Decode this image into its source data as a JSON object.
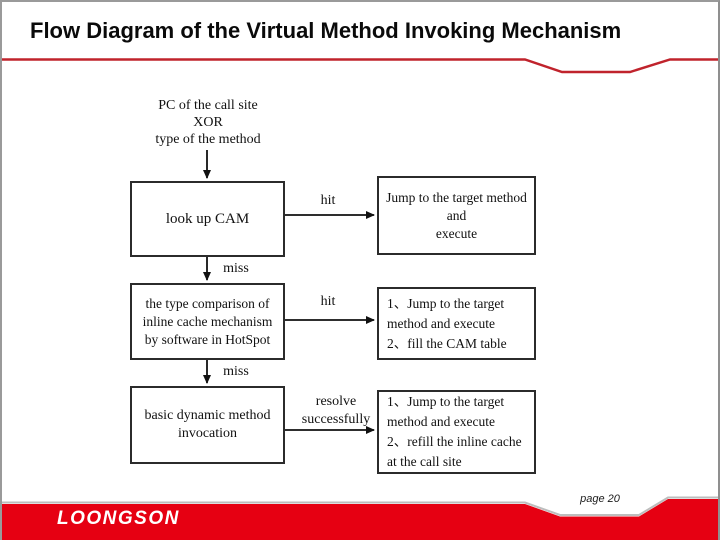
{
  "slide": {
    "title": "Flow Diagram of the Virtual Method Invoking Mechanism",
    "page_label": "page 20",
    "brand": "LOONGSON",
    "colors": {
      "accent_line": "#c0232c",
      "footer_red": "#e60012",
      "title_text": "#0a0a0a",
      "box_border": "#2b2b2b"
    }
  },
  "diagram": {
    "start_text": {
      "line1": "PC of the call site",
      "line2": "XOR",
      "line3": "type of the method"
    },
    "boxes": {
      "look_up_cam": {
        "line1": "look up CAM"
      },
      "jump_execute": {
        "line1": "Jump to the target method",
        "line2": "and",
        "line3": "execute"
      },
      "type_comparison": {
        "line1": "the type comparison of",
        "line2": "inline cache mechanism",
        "line3": "by software in HotSpot"
      },
      "jump_fill_cam": {
        "line1": "1、Jump to the target",
        "line2": "method and execute",
        "line3": "2、fill the CAM table"
      },
      "basic_dynamic": {
        "line1": "basic dynamic method",
        "line2": "invocation"
      },
      "jump_refill_cache": {
        "line1": "1、Jump to the target",
        "line2": "method and execute",
        "line3": "2、refill the inline cache",
        "line4": "at the call site"
      }
    },
    "edge_labels": {
      "hit1": "hit",
      "miss1": "miss",
      "hit2": "hit",
      "miss2": "miss",
      "resolve_line1": "resolve",
      "resolve_line2": "successfully"
    }
  }
}
